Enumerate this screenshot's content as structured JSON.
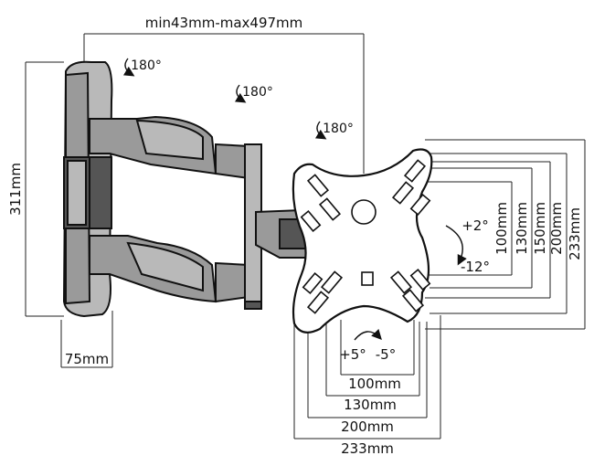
{
  "dimensions": {
    "depth_range": "min43mm-max497mm",
    "height": "311mm",
    "wall_plate_depth": "75mm",
    "vertical": [
      "100mm",
      "130mm",
      "150mm",
      "200mm",
      "233mm"
    ],
    "horizontal": [
      "100mm",
      "130mm",
      "200mm",
      "233mm"
    ]
  },
  "rotations": {
    "swivel_1": "180°",
    "swivel_2": "180°",
    "swivel_3": "180°",
    "tilt_up": "+2°",
    "tilt_down": "-12°",
    "rotate_plus": "+5°",
    "rotate_minus": "-5°"
  }
}
